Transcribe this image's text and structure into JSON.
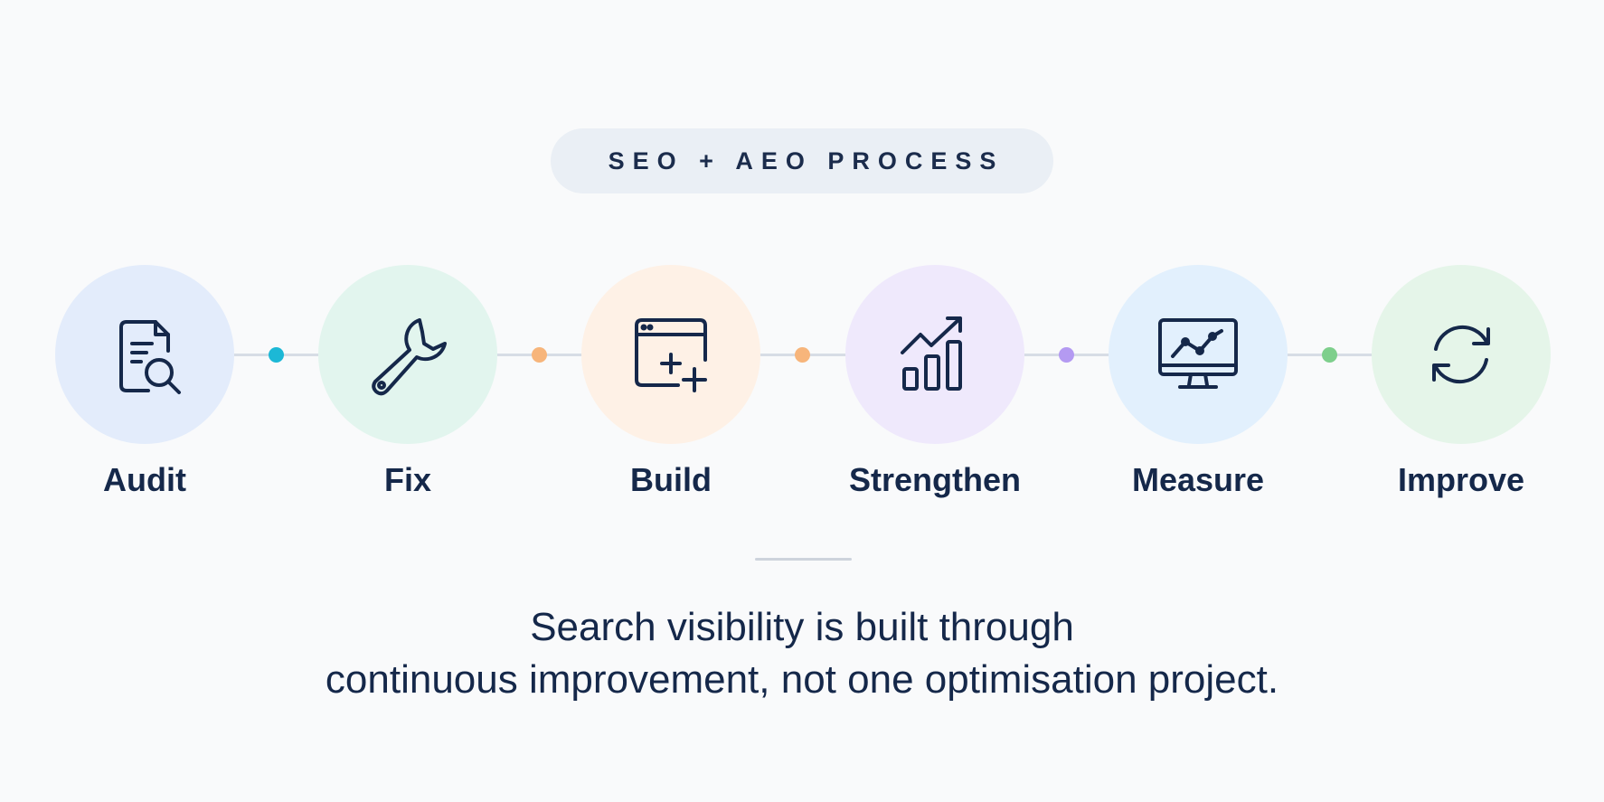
{
  "header": {
    "title": "SEO + AEO PROCESS"
  },
  "steps": [
    {
      "label": "Audit",
      "icon": "document-search-icon",
      "bg": "#e3ecfb"
    },
    {
      "label": "Fix",
      "icon": "wrench-icon",
      "bg": "#e2f5ee"
    },
    {
      "label": "Build",
      "icon": "browser-add-icon",
      "bg": "#fef1e6"
    },
    {
      "label": "Strengthen",
      "icon": "growth-chart-icon",
      "bg": "#efe9fc"
    },
    {
      "label": "Measure",
      "icon": "monitor-chart-icon",
      "bg": "#e2f0fd"
    },
    {
      "label": "Improve",
      "icon": "refresh-cycle-icon",
      "bg": "#e5f5e9"
    }
  ],
  "connector_dots": [
    {
      "color": "#1cb8d6"
    },
    {
      "color": "#f7b57b"
    },
    {
      "color": "#f7b57b"
    },
    {
      "color": "#b49af2"
    },
    {
      "color": "#7ecf8c"
    }
  ],
  "tagline": {
    "line1": "Search visibility is built through",
    "line2": "continuous improvement, not one optimisation project."
  }
}
